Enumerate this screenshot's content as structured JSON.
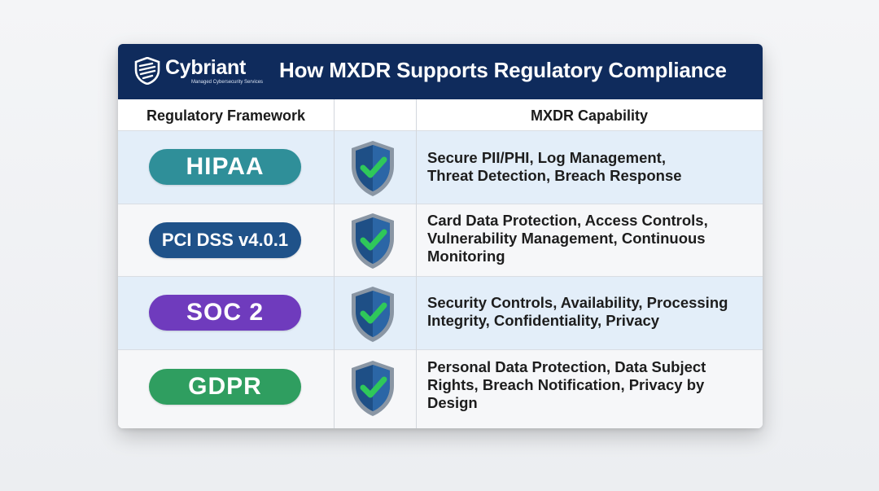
{
  "brand": {
    "name": "Cybriant",
    "tagline": "Managed Cybersecurity Services",
    "header_color": "#0f2b5c"
  },
  "title": "How MXDR Supports Regulatory Compliance",
  "columns": {
    "framework": "Regulatory Framework",
    "capability": "MXDR Capability"
  },
  "rows": [
    {
      "framework": "HIPAA",
      "color": "#2f8f99",
      "icon": "shield-check-icon",
      "capability": [
        "Secure PII/PHI, Log Management,",
        "Threat Detection, Breach Response"
      ]
    },
    {
      "framework": "PCI DSS v4.0.1",
      "color": "#1f5289",
      "icon": "shield-check-icon",
      "capability": [
        "Card Data Protection, Access Controls,",
        "Vulnerability Management, Continuous",
        "Monitoring"
      ]
    },
    {
      "framework": "SOC 2",
      "color": "#6f3bbd",
      "icon": "shield-check-icon",
      "capability": [
        "Security Controls, Availability, Processing",
        "Integrity, Confidentiality, Privacy"
      ]
    },
    {
      "framework": "GDPR",
      "color": "#2f9e60",
      "icon": "shield-check-icon",
      "capability": [
        "Personal Data Protection, Data Subject",
        "Rights, Breach Notification, Privacy by",
        "Design"
      ]
    }
  ]
}
